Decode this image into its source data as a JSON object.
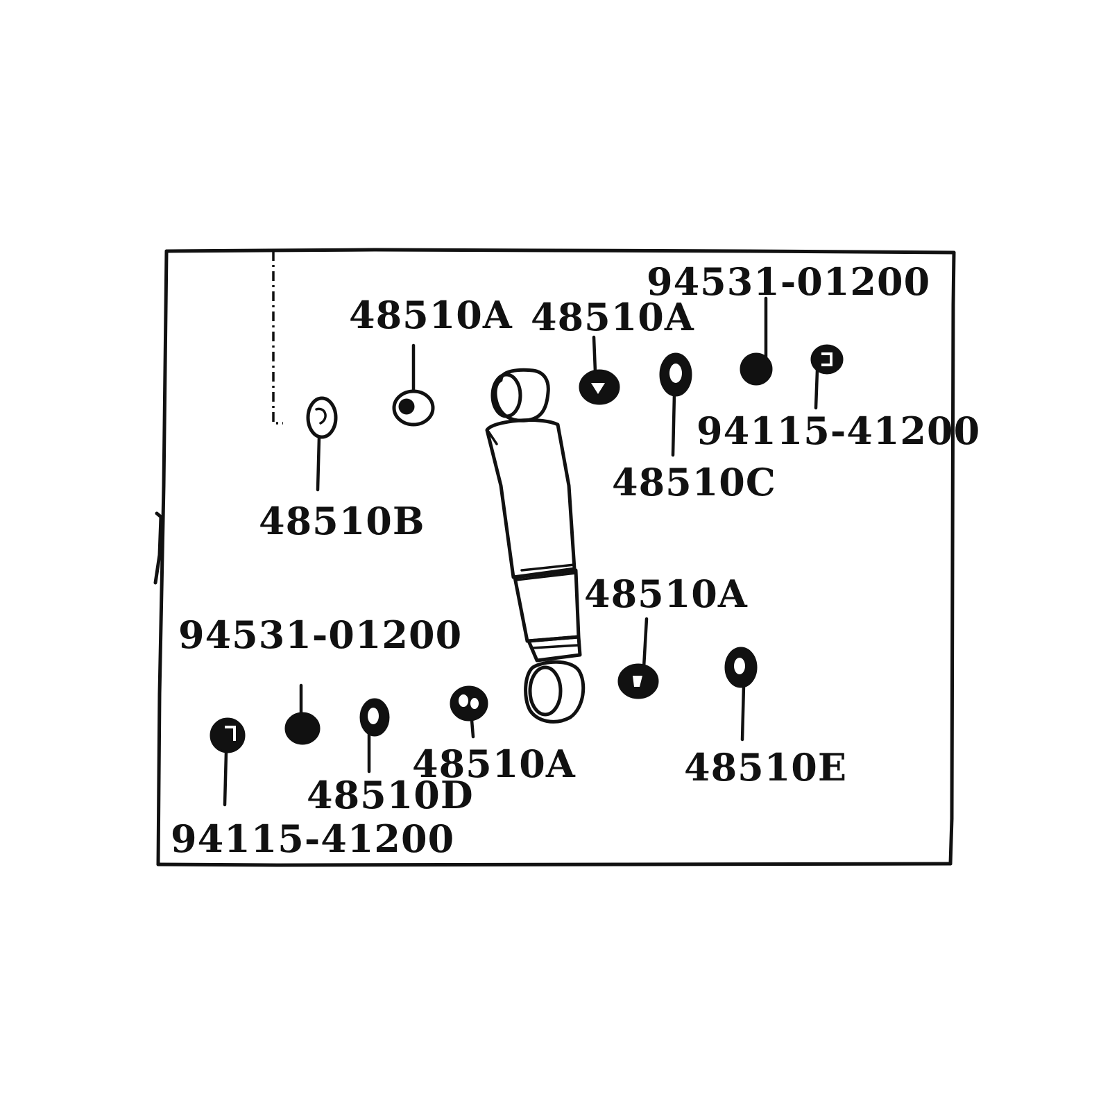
{
  "labels": {
    "l01": "94531-01200",
    "l02": "48510A",
    "l03": "48510A",
    "l04": "94115-41200",
    "l05": "48510C",
    "l06": "48510B",
    "l07": "48510A",
    "l08": "94531-01200",
    "l09": "48510A",
    "l10": "48510E",
    "l11": "48510D",
    "l12": "94115-41200"
  }
}
